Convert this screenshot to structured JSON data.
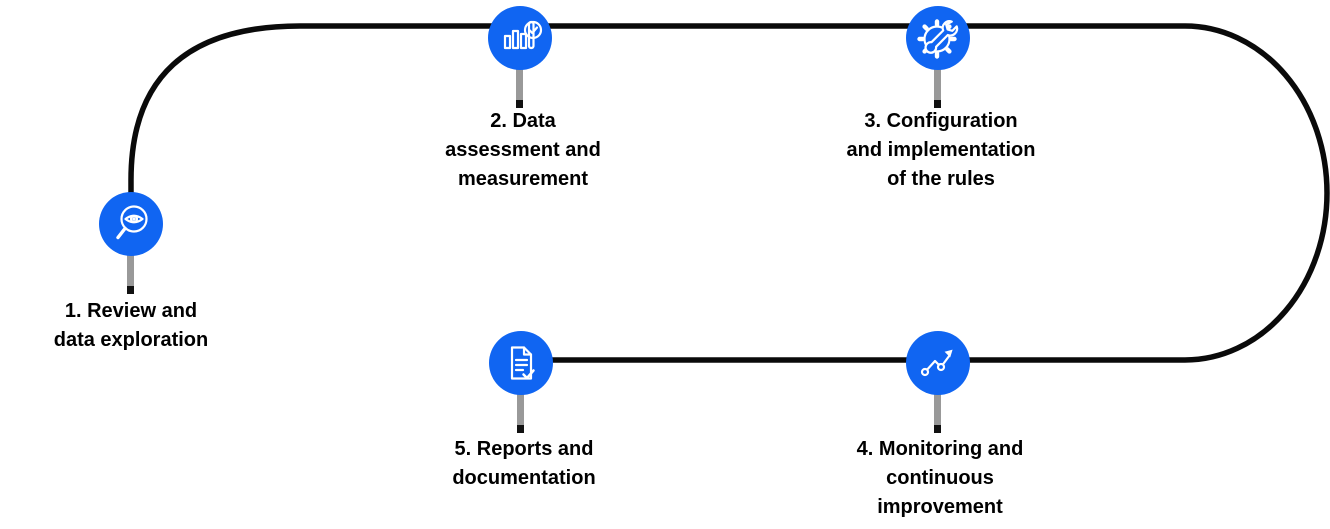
{
  "diagram": {
    "type": "process-flow-loop",
    "colors": {
      "node_blue": "#1065f2",
      "flow_line_black": "#0a0a0a",
      "stem_gray": "#999999",
      "stem_tip_black": "#111111",
      "label_black": "#000000",
      "icon_stroke_white": "#ffffff"
    },
    "steps": [
      {
        "position": "left",
        "icon": "magnifier-eye-icon",
        "lines": [
          "1. Review and",
          "data exploration",
          ""
        ]
      },
      {
        "position": "top-center",
        "icon": "bar-chart-check-icon",
        "lines": [
          "2. Data",
          "assessment and",
          "measurement"
        ]
      },
      {
        "position": "top-right",
        "icon": "gear-wrench-icon",
        "lines": [
          "3. Configuration",
          "and implementation",
          "of the rules"
        ]
      },
      {
        "position": "bottom-right",
        "icon": "trend-arrow-icon",
        "lines": [
          "4. Monitoring and",
          "continuous",
          "improvement"
        ]
      },
      {
        "position": "bottom-center",
        "icon": "document-check-icon",
        "lines": [
          "5. Reports and",
          "documentation",
          ""
        ]
      }
    ]
  }
}
